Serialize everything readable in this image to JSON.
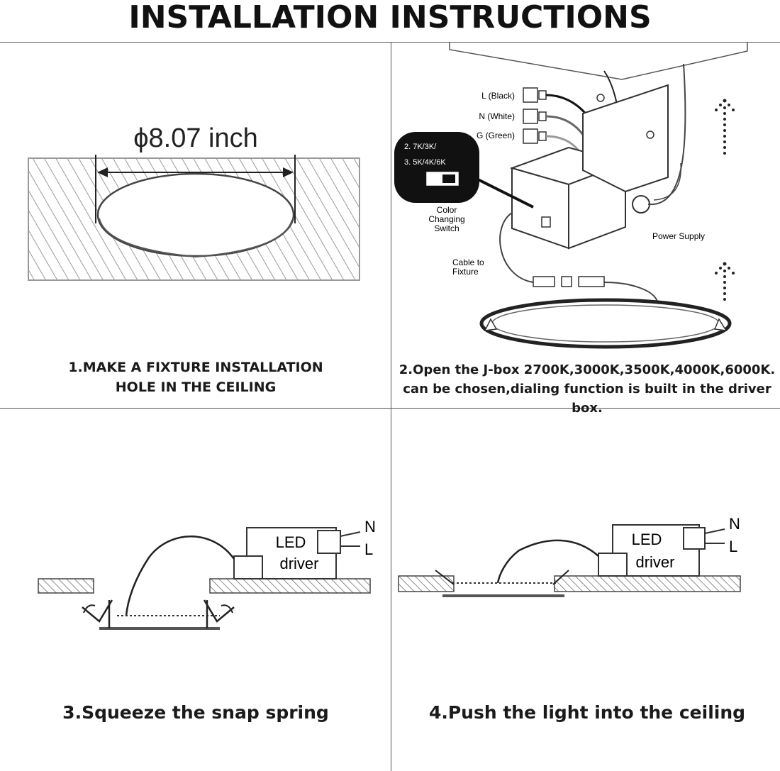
{
  "title": "INSTALLATION INSTRUCTIONS",
  "step1": {
    "dimension": "ϕ8.07 inch",
    "caption_line1": "1.MAKE A FIXTURE INSTALLATION",
    "caption_line2": "HOLE IN THE CEILING"
  },
  "step2": {
    "wire_l": "L (Black)",
    "wire_n": "N (White)",
    "wire_g": "G (Green)",
    "switch_line1": "2. 7K/3K/",
    "switch_line2": "3. 5K/4K/6K",
    "switch_label_1": "Color",
    "switch_label_2": "Changing",
    "switch_label_3": "Switch",
    "power_supply": "Power Supply",
    "cable_1": "Cable to",
    "cable_2": "Fixture",
    "caption_line1": "2.Open the J-box 2700K,3000K,3500K,4000K,6000K.",
    "caption_line2": "can be chosen,dialing function is built in the driver box."
  },
  "step3": {
    "driver_1": "LED",
    "driver_2": "driver",
    "n": "N",
    "l": "L",
    "caption": "3.Squeeze the snap spring"
  },
  "step4": {
    "driver_1": "LED",
    "driver_2": "driver",
    "n": "N",
    "l": "L",
    "caption": "4.Push the light into the ceiling"
  }
}
